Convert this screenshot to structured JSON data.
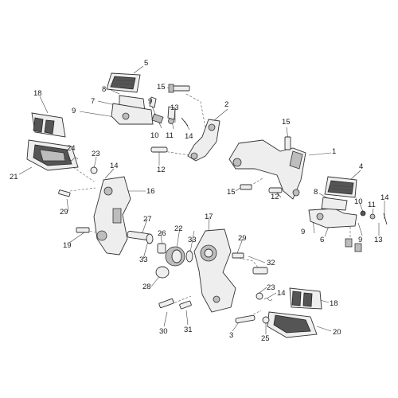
{
  "diagram": {
    "callouts": [
      {
        "id": "c1",
        "label": "1"
      },
      {
        "id": "c2",
        "label": "2"
      },
      {
        "id": "c3",
        "label": "3"
      },
      {
        "id": "c4",
        "label": "4"
      },
      {
        "id": "c5",
        "label": "5"
      },
      {
        "id": "c6",
        "label": "6"
      },
      {
        "id": "c7",
        "label": "7"
      },
      {
        "id": "c8a",
        "label": "8"
      },
      {
        "id": "c8b",
        "label": "8"
      },
      {
        "id": "c9a",
        "label": "9"
      },
      {
        "id": "c9b",
        "label": "9"
      },
      {
        "id": "c9c",
        "label": "9"
      },
      {
        "id": "c9d",
        "label": "9"
      },
      {
        "id": "c10a",
        "label": "10"
      },
      {
        "id": "c10b",
        "label": "10"
      },
      {
        "id": "c11a",
        "label": "11"
      },
      {
        "id": "c11b",
        "label": "11"
      },
      {
        "id": "c12a",
        "label": "12"
      },
      {
        "id": "c12b",
        "label": "12"
      },
      {
        "id": "c13a",
        "label": "13"
      },
      {
        "id": "c13b",
        "label": "13"
      },
      {
        "id": "c14a",
        "label": "14"
      },
      {
        "id": "c14b",
        "label": "14"
      },
      {
        "id": "c14c",
        "label": "14"
      },
      {
        "id": "c14d",
        "label": "14"
      },
      {
        "id": "c15a",
        "label": "15"
      },
      {
        "id": "c15b",
        "label": "15"
      },
      {
        "id": "c15c",
        "label": "15"
      },
      {
        "id": "c16",
        "label": "16"
      },
      {
        "id": "c17",
        "label": "17"
      },
      {
        "id": "c18a",
        "label": "18"
      },
      {
        "id": "c18b",
        "label": "18"
      },
      {
        "id": "c19",
        "label": "19"
      },
      {
        "id": "c20",
        "label": "20"
      },
      {
        "id": "c21",
        "label": "21"
      },
      {
        "id": "c22",
        "label": "22"
      },
      {
        "id": "c23a",
        "label": "23"
      },
      {
        "id": "c23b",
        "label": "23"
      },
      {
        "id": "c24",
        "label": "24"
      },
      {
        "id": "c25",
        "label": "25"
      },
      {
        "id": "c26",
        "label": "26"
      },
      {
        "id": "c27",
        "label": "27"
      },
      {
        "id": "c28",
        "label": "28"
      },
      {
        "id": "c29a",
        "label": "29"
      },
      {
        "id": "c29b",
        "label": "29"
      },
      {
        "id": "c30",
        "label": "30"
      },
      {
        "id": "c31",
        "label": "31"
      },
      {
        "id": "c32",
        "label": "32"
      },
      {
        "id": "c33a",
        "label": "33"
      },
      {
        "id": "c33b",
        "label": "33"
      }
    ]
  }
}
